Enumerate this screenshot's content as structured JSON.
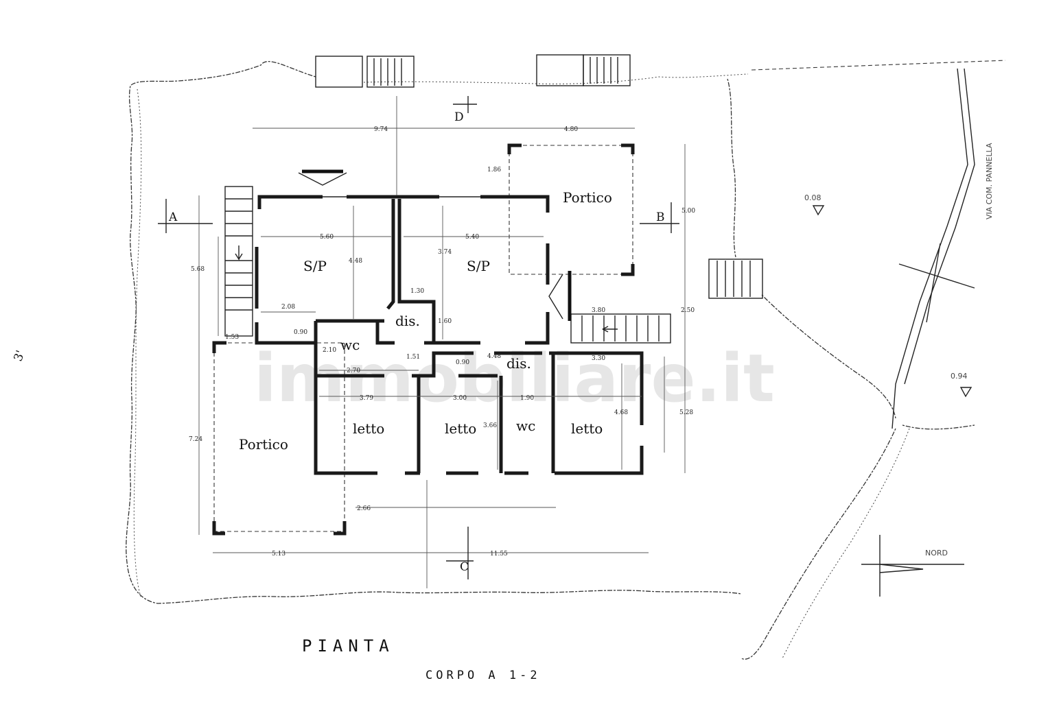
{
  "drawing": {
    "title": "PIANTA",
    "subtitle": "CORPO A 1-2",
    "watermark": "immobiliare.it",
    "north_label": "NORD",
    "road_label": "VIA COM. PANNELLA",
    "level_labels": [
      "0.08",
      "0.94"
    ],
    "margin_mark": "3'",
    "ink_color": "#1a1a1a"
  },
  "rooms": {
    "sp_left": "S/P",
    "sp_right": "S/P",
    "portico_top": "Portico",
    "portico_left": "Portico",
    "dis_upper": "dis.",
    "dis_lower": "dis.",
    "wc_upper": "wc",
    "wc_lower": "wc",
    "letto_1": "letto",
    "letto_2": "letto",
    "letto_3": "letto"
  },
  "sections": {
    "a": "A",
    "b": "B",
    "c": "C",
    "d": "D"
  },
  "dimensions": {
    "d_974": "9.74",
    "d_480": "4.80",
    "d_186": "1.86",
    "d_500": "5.00",
    "d_560": "5.60",
    "d_540": "5.40",
    "d_448a": "4.48",
    "d_374": "3.74",
    "d_568": "5.68",
    "d_130": "1.30",
    "d_208": "2.08",
    "d_160": "1.60",
    "d_380": "3.80",
    "d_250": "2.50",
    "d_090a": "0.90",
    "d_153": "1.53",
    "d_210": "2.10",
    "d_151": "1.51",
    "d_090b": "0.90",
    "d_448b": "4.48",
    "d_330": "3.30",
    "d_270": "2.70",
    "d_379": "3.79",
    "d_300": "3.00",
    "d_190": "1.90",
    "d_468": "4.68",
    "d_528": "5.28",
    "d_366": "3.66",
    "d_724": "7.24",
    "d_266": "2.66",
    "d_513": "5.13",
    "d_1155": "11.55"
  }
}
